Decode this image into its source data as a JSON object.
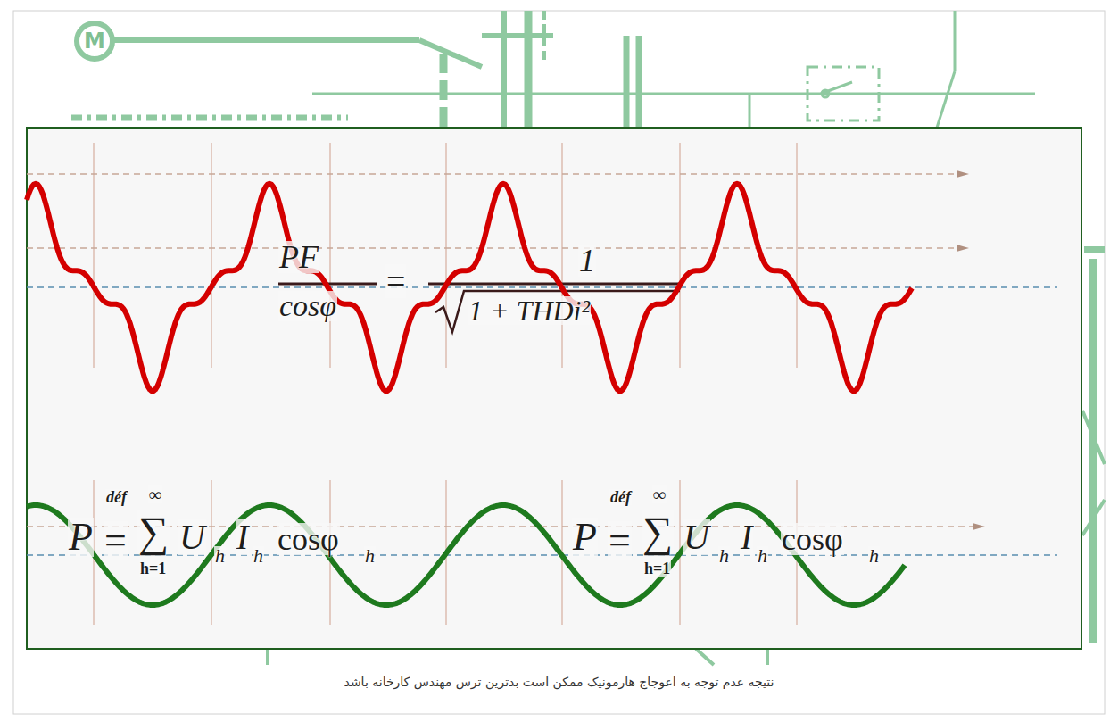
{
  "diagram": {
    "caption": "نتیجه عدم توجه به اعوجاج هارمونیک ممکن است بدترین ترس مهندس کارخانه باشد",
    "nodes": [
      {
        "text": [
          "M"
        ]
      }
    ],
    "labels": [
      "PF",
      "cosφ",
      "=",
      "1",
      "1 + THDi²",
      "P",
      "déf",
      "=",
      "∞",
      "∑",
      "h=1",
      "U",
      "h",
      "I",
      "h",
      "cosφ",
      "h",
      "P",
      "déf",
      "=",
      "∞",
      "∑",
      "h=1",
      "U",
      "h",
      "I",
      "h",
      "cosφ",
      "h"
    ]
  }
}
